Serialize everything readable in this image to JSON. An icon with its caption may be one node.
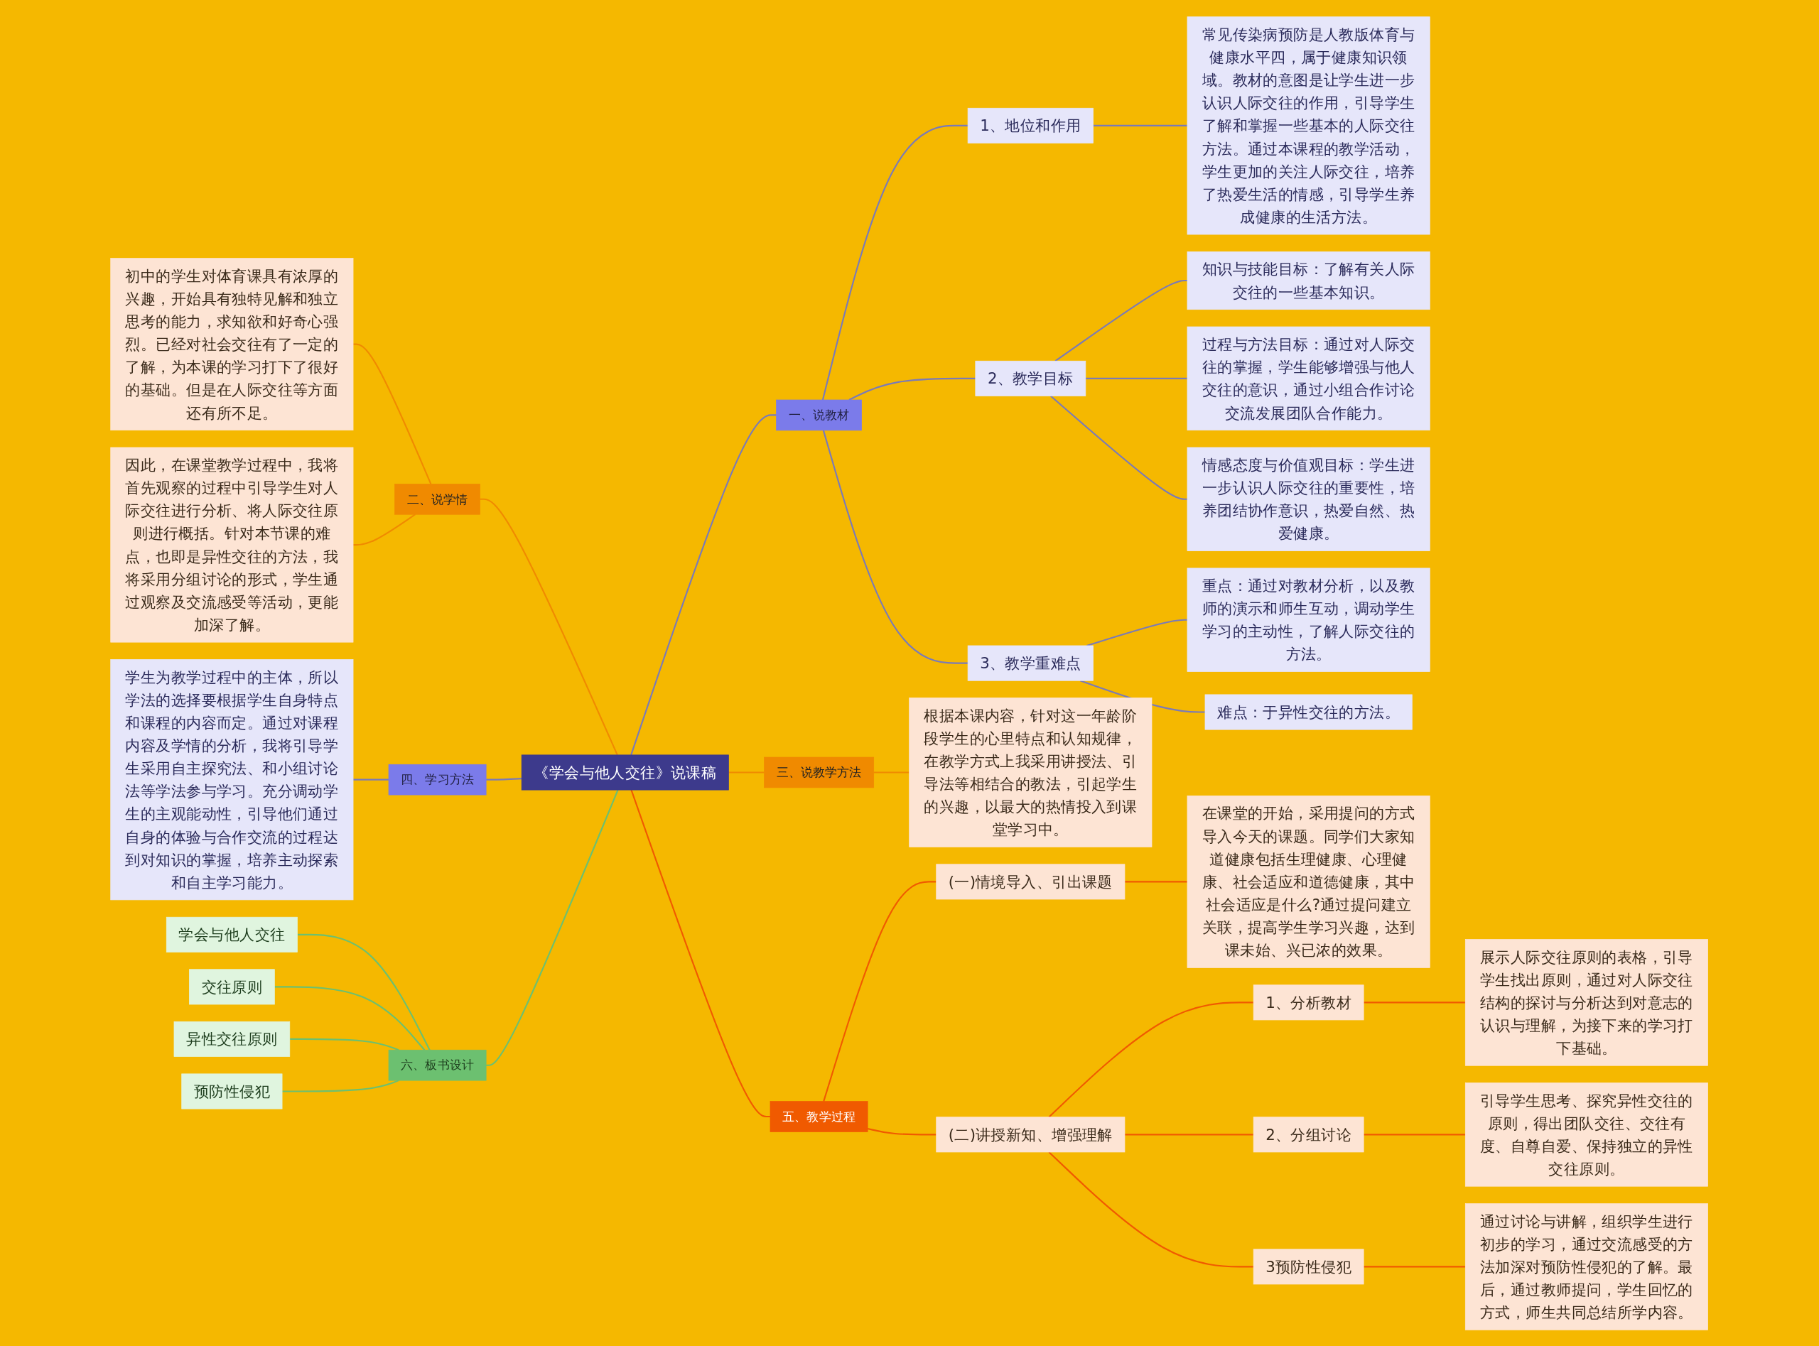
{
  "diagram": {
    "nodes": [
      {
        "text": [
          "《学会与他人交往》说课稿"
        ]
      },
      {
        "text": [
          "一、说教材"
        ]
      },
      {
        "text": [
          "1、地位和作用"
        ]
      },
      {
        "text": [
          "常见传染病预防是人教版体育与健康水平四，属于健康知识领域。教材的意图是让学生进一步认识人际交往的作用，引导学生了解和掌握一些基本的人际交往方法。通过本课程的教学活动，学生更加的关注人际交往，培养了热爱生活的情感，引导学生养成健康的生活方法。"
        ]
      },
      {
        "text": [
          "2、教学目标"
        ]
      },
      {
        "text": [
          "知识与技能目标：了解有关人际交往的一些基本知识。"
        ]
      },
      {
        "text": [
          "过程与方法目标：通过对人际交往的掌握，学生能够增强与他人交往的意识，通过小组合作讨论交流发展团队合作能力。"
        ]
      },
      {
        "text": [
          "情感态度与价值观目标：学生进一步认识人际交往的重要性，培养团结协作意识，热爱自然、热爱健康。"
        ]
      },
      {
        "text": [
          "3、教学重难点"
        ]
      },
      {
        "text": [
          "重点：通过对教材分析，以及教师的演示和师生互动，调动学生学习的主动性，了解人际交往的方法。"
        ]
      },
      {
        "text": [
          "难点：于异性交往的方法。"
        ]
      },
      {
        "text": [
          "二、说学情"
        ]
      },
      {
        "text": [
          "初中的学生对体育课具有浓厚的兴趣，开始具有独特见解和独立思考的能力，求知欲和好奇心强烈。已经对社会交往有了一定的了解，为本课的学习打下了很好的基础。但是在人际交往等方面还有所不足。"
        ]
      },
      {
        "text": [
          "因此，在课堂教学过程中，我将首先观察的过程中引导学生对人际交往进行分析、将人际交往原则进行概括。针对本节课的难点，也即是异性交往的方法，我将采用分组讨论的形式，学生通过观察及交流感受等活动，更能加深了解。"
        ]
      },
      {
        "text": [
          "三、说教学方法"
        ]
      },
      {
        "text": [
          "根据本课内容，针对这一年龄阶段学生的心里特点和认知规律，在教学方式上我采用讲授法、引导法等相结合的教法，引起学生的兴趣，以最大的热情投入到课堂学习中。"
        ]
      },
      {
        "text": [
          "四、学习方法"
        ]
      },
      {
        "text": [
          "学生为教学过程中的主体，所以学法的选择要根据学生自身特点和课程的内容而定。通过对课程内容及学情的分析，我将引导学生采用自主探究法、和小组讨论法等学法参与学习。充分调动学生的主观能动性，引导他们通过自身的体验与合作交流的过程达到对知识的掌握，培养主动探索和自主学习能力。"
        ]
      },
      {
        "text": [
          "五、教学过程"
        ]
      },
      {
        "text": [
          "(一)情境导入、引出课题"
        ]
      },
      {
        "text": [
          "在课堂的开始，采用提问的方式导入今天的课题。同学们大家知道健康包括生理健康、心理健康、社会适应和道德健康，其中社会适应是什么?通过提问建立关联，提高学生学习兴趣，达到课未始、兴已浓的效果。"
        ]
      },
      {
        "text": [
          "(二)讲授新知、增强理解"
        ]
      },
      {
        "text": [
          "1、分析教材"
        ]
      },
      {
        "text": [
          "展示人际交往原则的表格，引导学生找出原则，通过对人际交往结构的探讨与分析达到对意志的认识与理解，为接下来的学习打下基础。"
        ]
      },
      {
        "text": [
          "2、分组讨论"
        ]
      },
      {
        "text": [
          "引导学生思考、探究异性交往的原则，得出团队交往、交往有度、自尊自爱、保持独立的异性交往原则。"
        ]
      },
      {
        "text": [
          "3预防性侵犯"
        ]
      },
      {
        "text": [
          "通过讨论与讲解，组织学生进行初步的学习，通过交流感受的方法加深对预防性侵犯的了解。最后，通过教师提问，学生回忆的方式，师生共同总结所学内容。"
        ]
      },
      {
        "text": [
          "六、板书设计"
        ]
      },
      {
        "text": [
          "学会与他人交往"
        ]
      },
      {
        "text": [
          "交往原则"
        ]
      },
      {
        "text": [
          "异性交往原则"
        ]
      },
      {
        "text": [
          "预防性侵犯"
        ]
      }
    ],
    "edges": [
      {
        "from": 0,
        "to": 1,
        "arrow": "none",
        "color": "#7a7ab8"
      },
      {
        "from": 1,
        "to": 2,
        "arrow": "none",
        "color": "#7a7ab8"
      },
      {
        "from": 2,
        "to": 3,
        "arrow": "none",
        "color": "#7a7ab8"
      },
      {
        "from": 1,
        "to": 4,
        "arrow": "none",
        "color": "#7a7ab8"
      },
      {
        "from": 4,
        "to": 5,
        "arrow": "none",
        "color": "#7a7ab8"
      },
      {
        "from": 4,
        "to": 6,
        "arrow": "none",
        "color": "#7a7ab8"
      },
      {
        "from": 4,
        "to": 7,
        "arrow": "none",
        "color": "#7a7ab8"
      },
      {
        "from": 1,
        "to": 8,
        "arrow": "none",
        "color": "#7a7ab8"
      },
      {
        "from": 8,
        "to": 9,
        "arrow": "none",
        "color": "#7a7ab8"
      },
      {
        "from": 8,
        "to": 10,
        "arrow": "none",
        "color": "#7a7ab8"
      },
      {
        "from": 11,
        "to": 0,
        "arrow": "none",
        "color": "#f08a00"
      },
      {
        "from": 12,
        "to": 11,
        "arrow": "none",
        "color": "#f08a00"
      },
      {
        "from": 13,
        "to": 11,
        "arrow": "none",
        "color": "#f08a00"
      },
      {
        "from": 0,
        "to": 14,
        "arrow": "none",
        "color": "#f08a00"
      },
      {
        "from": 14,
        "to": 15,
        "arrow": "none",
        "color": "#f08a00"
      },
      {
        "from": 16,
        "to": 0,
        "arrow": "none",
        "color": "#7a7ab8"
      },
      {
        "from": 17,
        "to": 16,
        "arrow": "none",
        "color": "#7a7ab8"
      },
      {
        "from": 0,
        "to": 18,
        "arrow": "none",
        "color": "#f05a00"
      },
      {
        "from": 18,
        "to": 19,
        "arrow": "none",
        "color": "#f05a00"
      },
      {
        "from": 19,
        "to": 20,
        "arrow": "none",
        "color": "#f05a00"
      },
      {
        "from": 18,
        "to": 21,
        "arrow": "none",
        "color": "#f05a00"
      },
      {
        "from": 21,
        "to": 22,
        "arrow": "none",
        "color": "#f05a00"
      },
      {
        "from": 22,
        "to": 23,
        "arrow": "none",
        "color": "#f05a00"
      },
      {
        "from": 21,
        "to": 24,
        "arrow": "none",
        "color": "#f05a00"
      },
      {
        "from": 24,
        "to": 25,
        "arrow": "none",
        "color": "#f05a00"
      },
      {
        "from": 21,
        "to": 26,
        "arrow": "none",
        "color": "#f05a00"
      },
      {
        "from": 26,
        "to": 27,
        "arrow": "none",
        "color": "#f05a00"
      },
      {
        "from": 28,
        "to": 0,
        "arrow": "none",
        "color": "#6cc070"
      },
      {
        "from": 29,
        "to": 28,
        "arrow": "none",
        "color": "#6cc070"
      },
      {
        "from": 30,
        "to": 28,
        "arrow": "none",
        "color": "#6cc070"
      },
      {
        "from": 31,
        "to": 28,
        "arrow": "none",
        "color": "#6cc070"
      },
      {
        "from": 32,
        "to": 28,
        "arrow": "none",
        "color": "#6cc070"
      }
    ]
  }
}
